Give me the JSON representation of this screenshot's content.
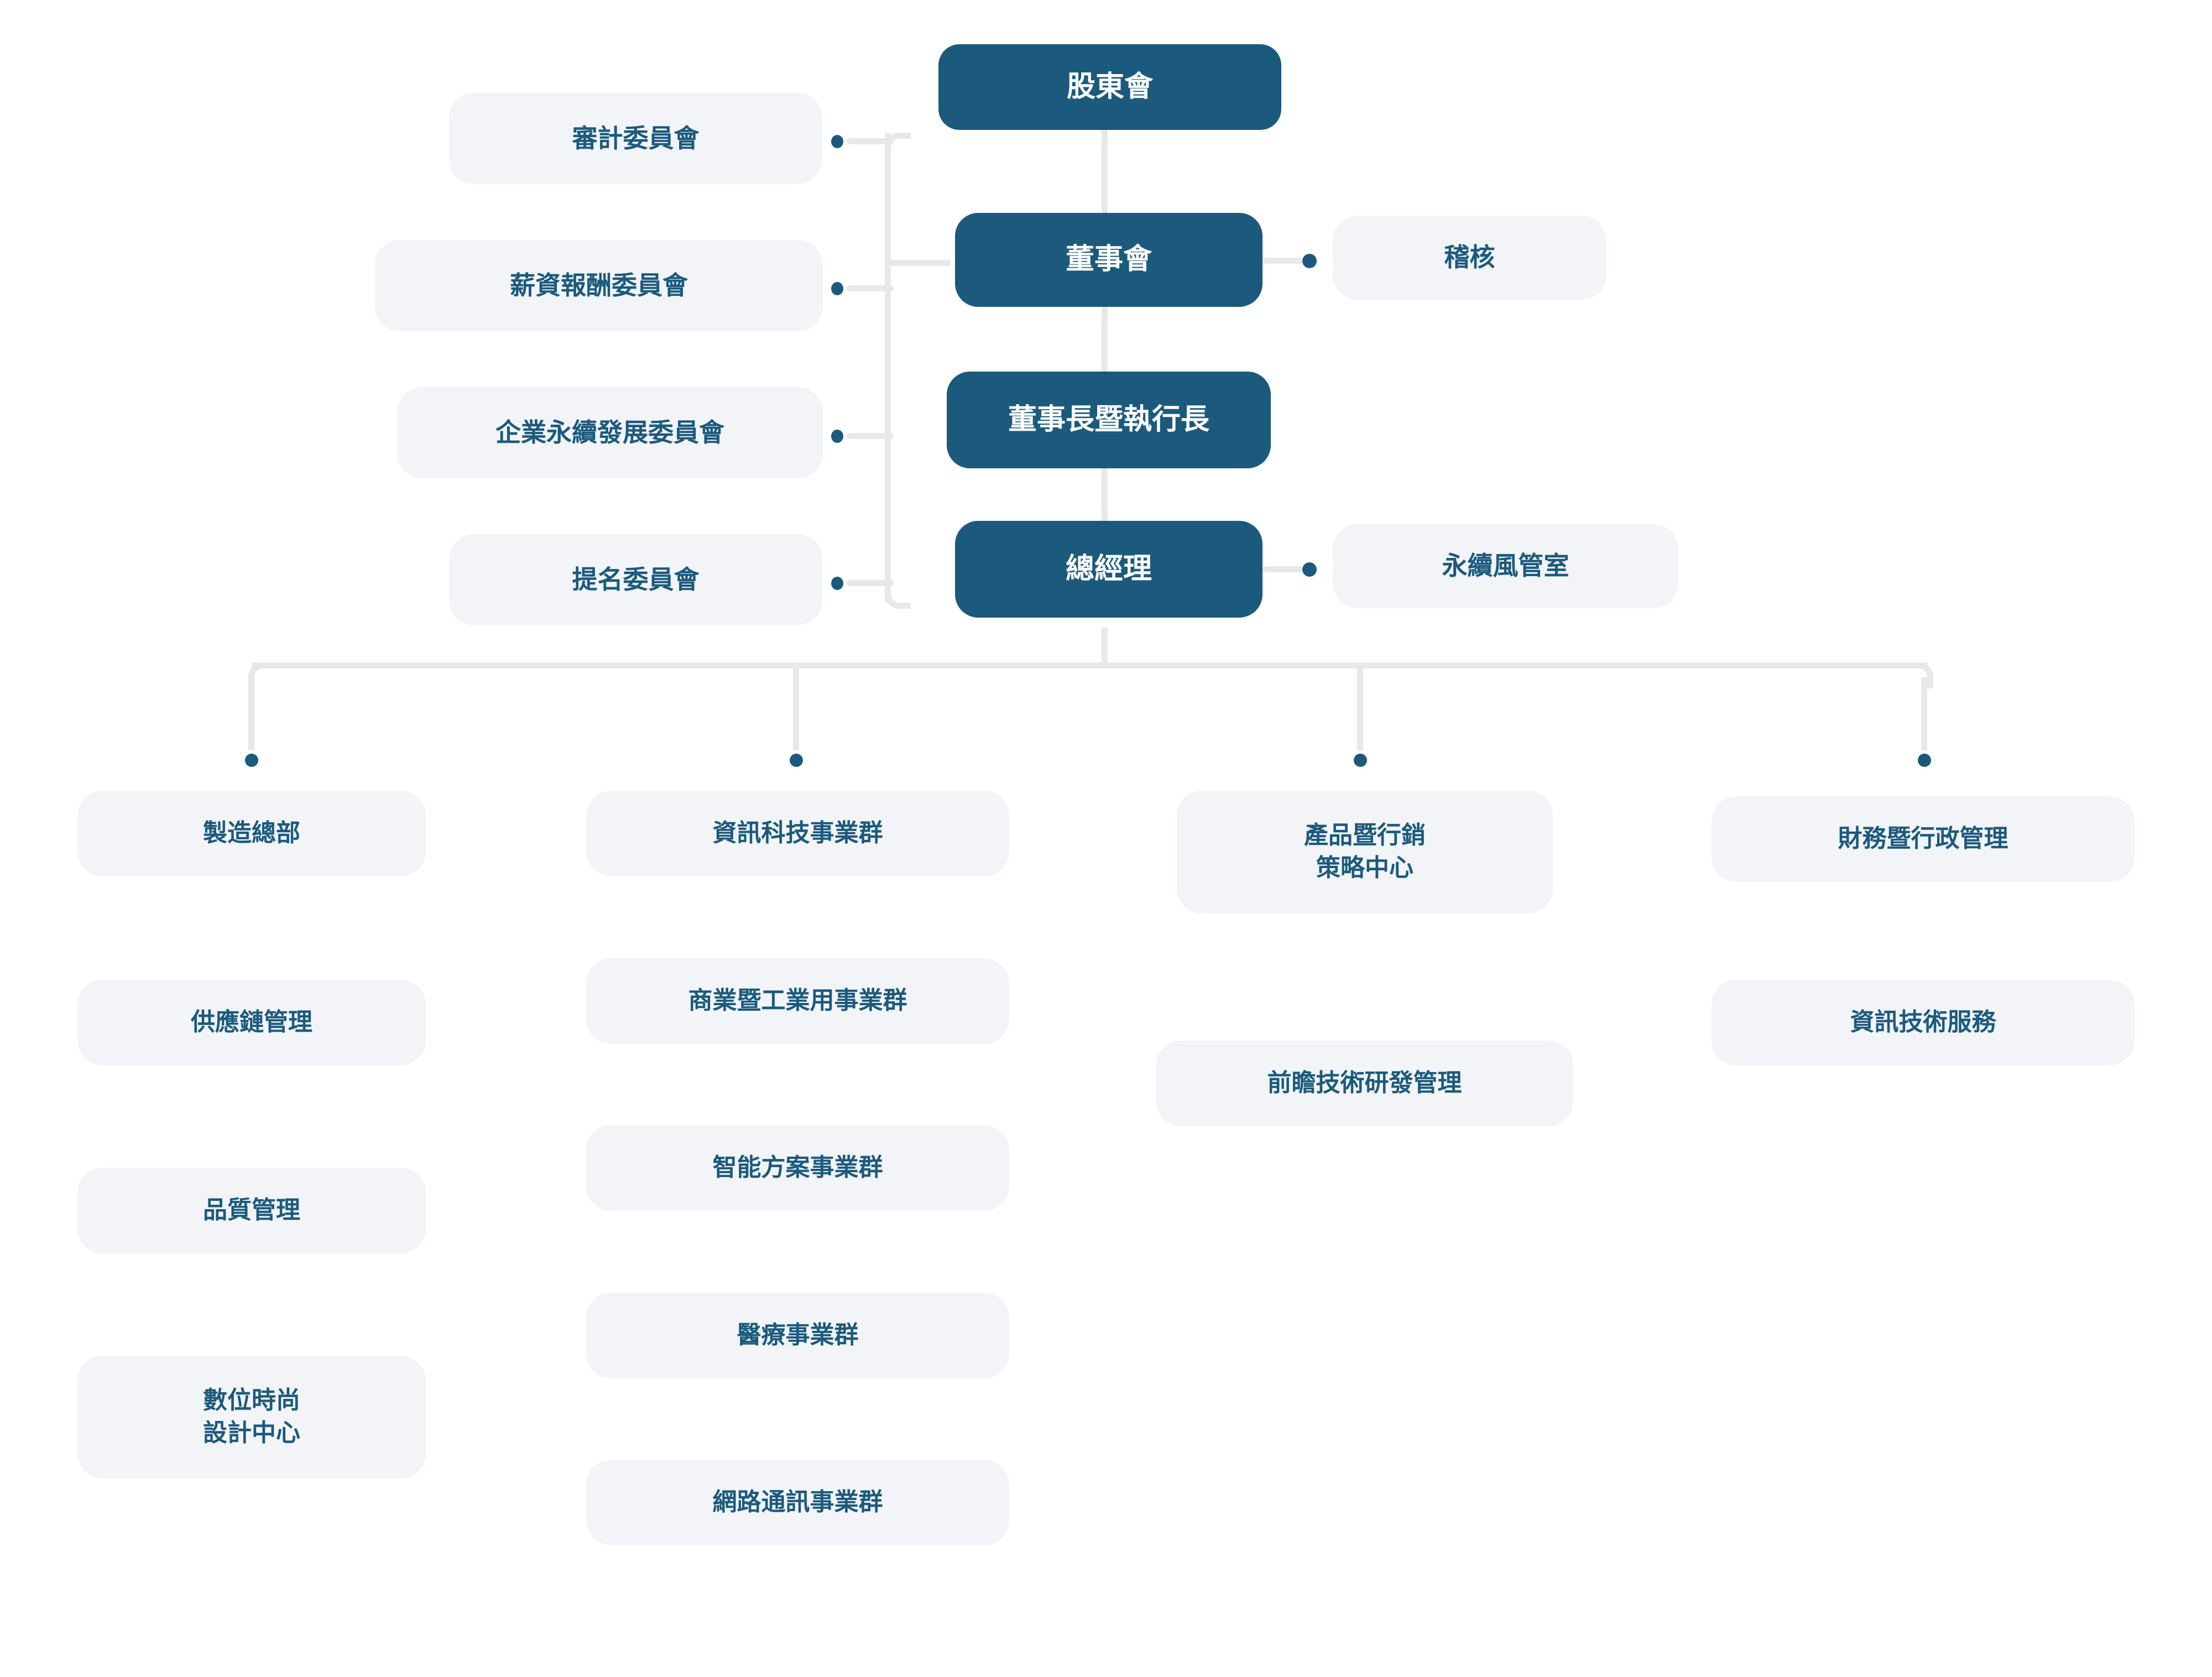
{
  "chart": {
    "type": "org-chart",
    "title": "",
    "colors": {
      "primary_node_fill": "#1B5A7D",
      "primary_node_text": "#FFFFFF",
      "secondary_node_fill": "#F2F4F8",
      "secondary_node_text": "#1B5A7D",
      "connector_line": "#E8E8E8",
      "connector_dot": "#1B5A7D",
      "background": "#FFFFFF"
    }
  },
  "governance_chain": [
    {
      "id": "shareholders",
      "label": "股東會",
      "style": "dark"
    },
    {
      "id": "board",
      "label": "董事會",
      "style": "dark"
    },
    {
      "id": "chairman-ceo",
      "label": "董事長暨執行長",
      "style": "dark"
    },
    {
      "id": "president",
      "label": "總經理",
      "style": "dark"
    }
  ],
  "committees": [
    {
      "id": "audit-committee",
      "label": "審計委員會",
      "style": "light"
    },
    {
      "id": "compensation-committee",
      "label": "薪資報酬委員會",
      "style": "light"
    },
    {
      "id": "sustainability-committee",
      "label": "企業永續發展委員會",
      "style": "light"
    },
    {
      "id": "nomination-committee",
      "label": "提名委員會",
      "style": "light"
    }
  ],
  "staff_units": [
    {
      "id": "internal-audit",
      "label": "稽核",
      "style": "light",
      "reports_to": "board"
    },
    {
      "id": "sustainability-risk-office",
      "label": "永續風管室",
      "style": "light",
      "reports_to": "president"
    }
  ],
  "divisions": [
    {
      "id": "column-manufacturing",
      "items": [
        {
          "id": "manufacturing-hq",
          "label": "製造總部"
        },
        {
          "id": "supply-chain-management",
          "label": "供應鏈管理"
        },
        {
          "id": "quality-management",
          "label": "品質管理"
        },
        {
          "id": "digital-fashion-design-center",
          "label": "數位時尚\n設計中心"
        }
      ]
    },
    {
      "id": "column-business-groups",
      "items": [
        {
          "id": "it-business-group",
          "label": "資訊科技事業群"
        },
        {
          "id": "commercial-industrial-business-group",
          "label": "商業暨工業用事業群"
        },
        {
          "id": "smart-solutions-business-group",
          "label": "智能方案事業群"
        },
        {
          "id": "medical-business-group",
          "label": "醫療事業群"
        },
        {
          "id": "network-communication-business-group",
          "label": "網路通訊事業群"
        }
      ]
    },
    {
      "id": "column-product-marketing",
      "items": [
        {
          "id": "product-marketing-strategy-center",
          "label": "產品暨行銷\n策略中心"
        },
        {
          "id": "advanced-technology-rd-management",
          "label": "前瞻技術研發管理"
        }
      ]
    },
    {
      "id": "column-finance-admin",
      "items": [
        {
          "id": "finance-administration-management",
          "label": "財務暨行政管理"
        },
        {
          "id": "information-technology-services",
          "label": "資訊技術服務"
        }
      ]
    }
  ]
}
